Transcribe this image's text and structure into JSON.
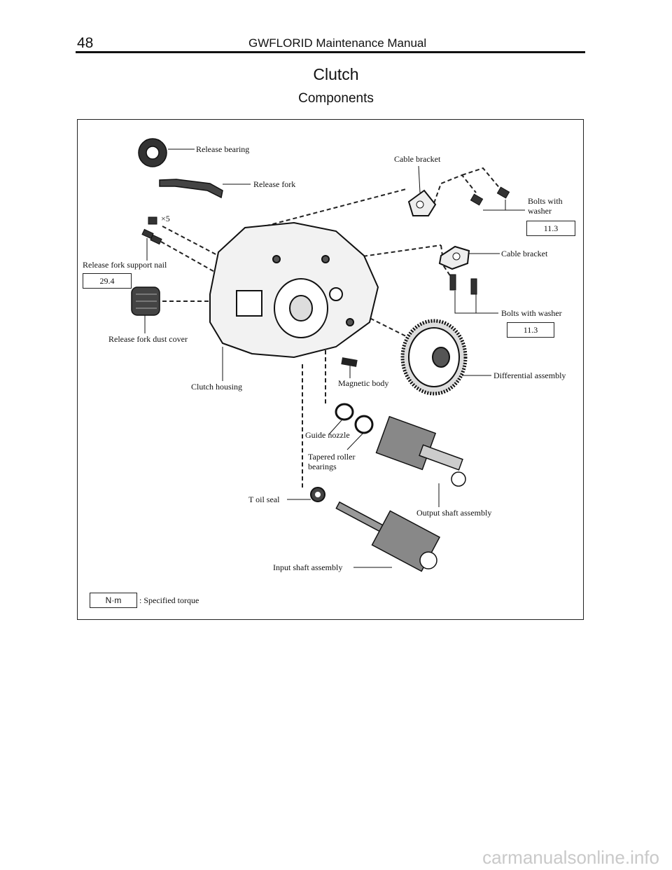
{
  "header": {
    "page_number": "48",
    "manual_title": "GWFLORID Maintenance Manual"
  },
  "section": {
    "title": "Clutch",
    "subtitle": "Components"
  },
  "labels": {
    "release_bearing": "Release bearing",
    "release_fork": "Release fork",
    "cable_bracket_top": "Cable bracket",
    "bolts_with_washer_top_1": "Bolts with",
    "bolts_with_washer_top_2": "washer",
    "times_five": "×5",
    "cable_bracket_mid": "Cable bracket",
    "release_fork_support_nail": "Release fork support nail",
    "bolts_with_washer_mid": "Bolts with washer",
    "release_fork_dust_cover": "Release fork dust cover",
    "differential_assembly": "Differential assembly",
    "clutch_housing": "Clutch housing",
    "magnetic_body": "Magnetic body",
    "guide_nozzle": "Guide nozzle",
    "tapered_roller_1": "Tapered roller",
    "tapered_roller_2": "bearings",
    "t_oil_seal": "T oil seal",
    "output_shaft_assembly": "Output shaft assembly",
    "input_shaft_assembly": "Input shaft assembly",
    "specified_torque": ": Specified torque"
  },
  "torque": {
    "top_bolts": "11.3",
    "support_nail": "29.4",
    "mid_bolts": "11.3",
    "unit": "N·m"
  },
  "watermark": "carmanualsonline.info"
}
